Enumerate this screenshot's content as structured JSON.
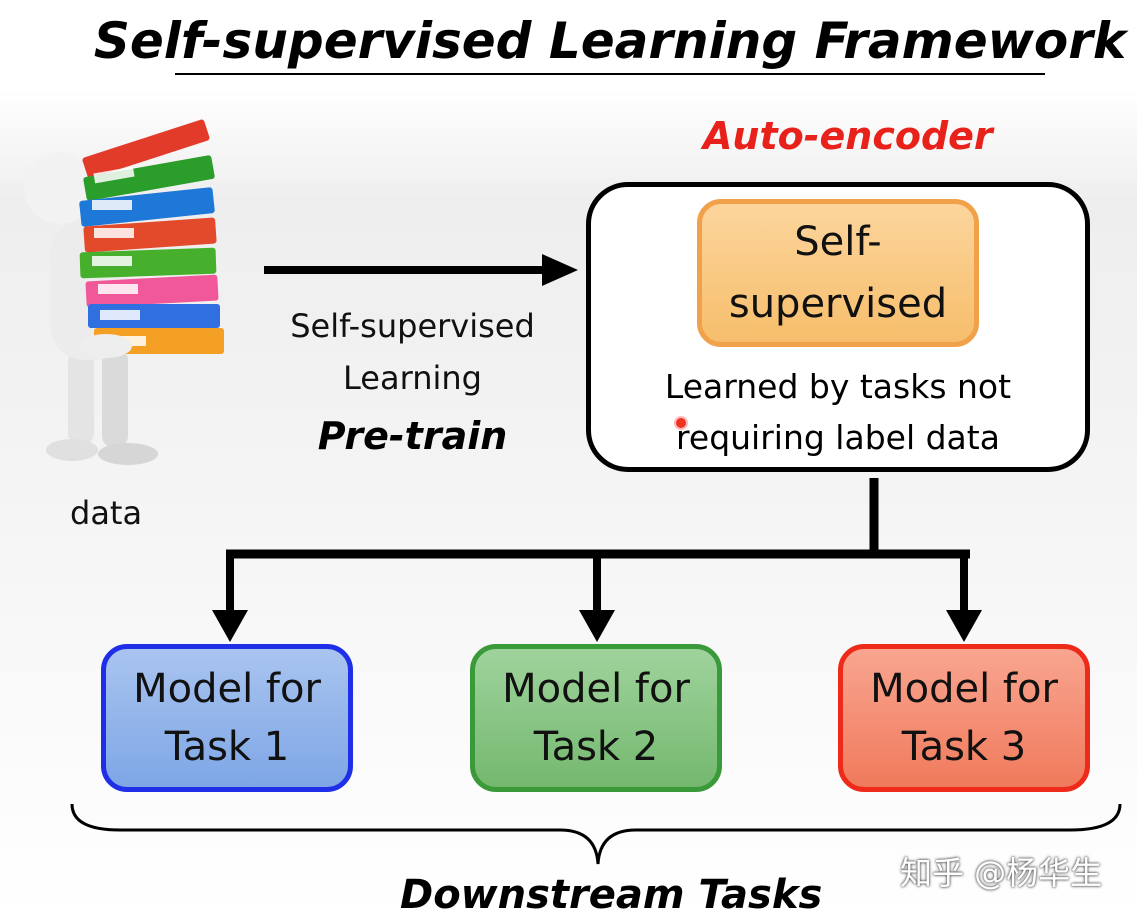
{
  "title": "Self-supervised Learning Framework",
  "autoencoder": {
    "label": "Auto-encoder",
    "inner_box": "Self-\nsupervised",
    "description": "Learned by tasks not\nrequiring label data"
  },
  "pretrain": {
    "caption": "Self-supervised\nLearning",
    "label": "Pre-train"
  },
  "data_label": "data",
  "tasks": [
    {
      "label": "Model for\nTask 1",
      "border": "#1f2fe8"
    },
    {
      "label": "Model for\nTask 2",
      "border": "#3a9a3a"
    },
    {
      "label": "Model for\nTask 3",
      "border": "#ee2a1a"
    }
  ],
  "downstream_label": "Downstream Tasks",
  "watermark": "知乎 @杨华生",
  "colors": {
    "accent_red": "#e8221a",
    "self_supervised_border": "#f0a14a"
  }
}
